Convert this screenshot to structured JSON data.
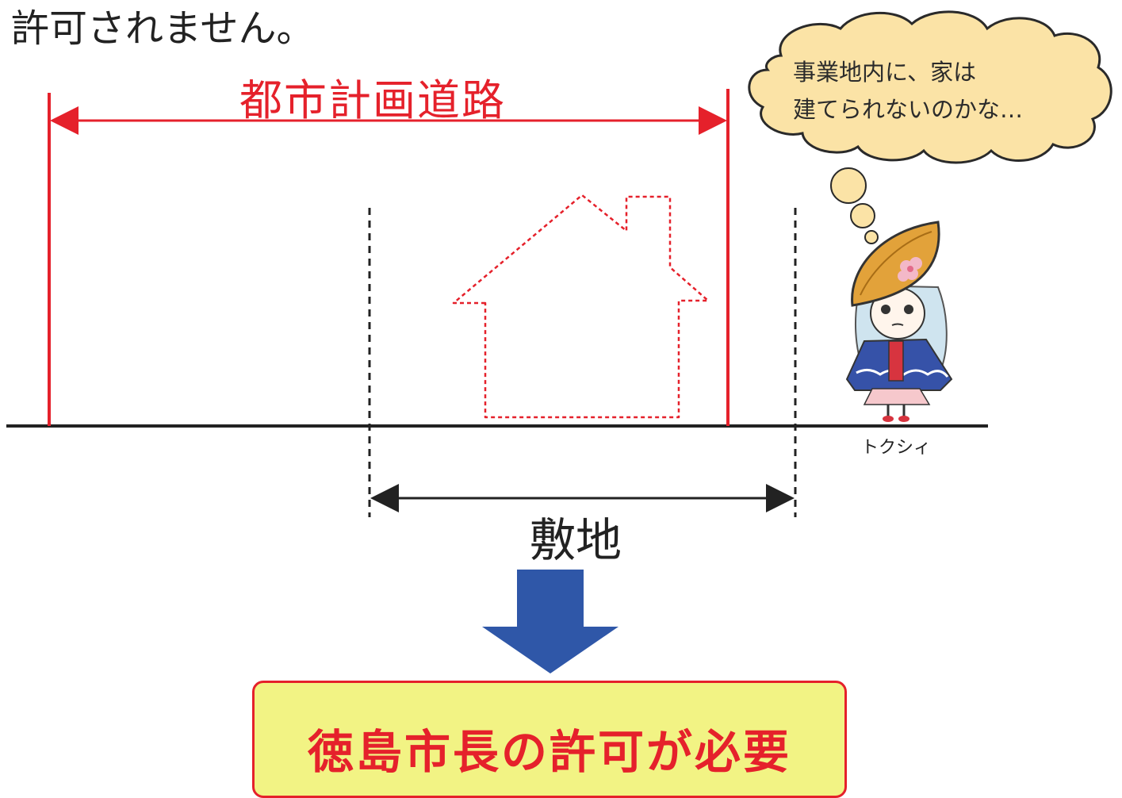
{
  "heading": "許可されません。",
  "road": {
    "label": "都市計画道路"
  },
  "site": {
    "label": "敷地"
  },
  "thought_bubble": {
    "line1": "事業地内に、家は",
    "line2": "建てられないのかな…"
  },
  "character": {
    "name": "トクシィ"
  },
  "result": {
    "text": "徳島市長の許可が必要"
  },
  "icons": {
    "house": "house-outline-icon",
    "arrow": "down-arrow-icon",
    "character": "tokushi-mascot-icon",
    "cloud": "thought-cloud-icon"
  },
  "colors": {
    "road_red": "#e5212b",
    "arrow_blue": "#2f57a8",
    "cloud_fill": "#fbe3a6",
    "result_fill": "#f2f384"
  }
}
